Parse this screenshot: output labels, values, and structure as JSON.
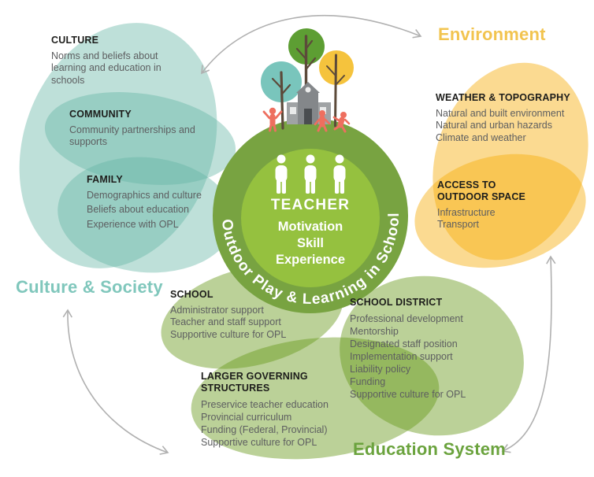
{
  "center": {
    "ring_label": "Outdoor Play & Learning in School",
    "role": "TEACHER",
    "attributes": [
      "Motivation",
      "Skill",
      "Experience"
    ]
  },
  "groups": [
    {
      "id": "culture-society",
      "label": "Culture & Society",
      "color": "#80c7bc",
      "petal_color": "rgba(100,180,165,0.42)",
      "sections": [
        {
          "heading": "CULTURE",
          "items": [
            "Norms and beliefs about learning and education in schools"
          ]
        },
        {
          "heading": "COMMUNITY",
          "items": [
            "Community partnerships and supports"
          ]
        },
        {
          "heading": "FAMILY",
          "items": [
            "Demographics and culture",
            "Beliefs about education",
            "Experience with OPL"
          ]
        }
      ]
    },
    {
      "id": "environment",
      "label": "Environment",
      "color": "#f2c44f",
      "petal_color": "rgba(246,173,10,0.45)",
      "sections": [
        {
          "heading": "WEATHER & TOPOGRAPHY",
          "items": [
            "Natural and built environment",
            "Natural and urban hazards",
            "Climate and weather"
          ]
        },
        {
          "heading": "ACCESS TO OUTDOOR SPACE",
          "items": [
            "Infrastructure",
            "Transport"
          ]
        }
      ]
    },
    {
      "id": "education-system",
      "label": "Education System",
      "color": "#6ba33e",
      "petal_color": "rgba(105,152,26,0.45)",
      "sections": [
        {
          "heading": "SCHOOL",
          "items": [
            "Administrator support",
            "Teacher and staff support",
            "Supportive culture for OPL"
          ]
        },
        {
          "heading": "SCHOOL DISTRICT",
          "items": [
            "Professional development",
            "Mentorship",
            "Designated staff position",
            "Implementation support",
            "Liability policy",
            "Funding",
            "Supportive culture for OPL"
          ]
        },
        {
          "heading": "LARGER GOVERNING STRUCTURES",
          "items": [
            "Preservice teacher education",
            "Provincial curriculum",
            "Funding (Federal, Provincial)",
            "Supportive culture for OPL"
          ]
        }
      ]
    }
  ],
  "illustration": {
    "icons": [
      "teal-tree-icon",
      "green-tree-icon",
      "yellow-tree-icon",
      "schoolhouse-icon",
      "playing-children-icons",
      "teacher-person-icons",
      "cycle-arrow-icons"
    ]
  },
  "colors": {
    "ring_green": "#78a341",
    "inner_green": "#95c13f",
    "arrow_gray": "#b0b0b0",
    "children_coral": "#ee6f5f",
    "trunk_brown": "#5c4a3a",
    "tree_teal": "#79c5bc",
    "tree_green": "#5d9e33",
    "tree_yellow": "#f5c33d"
  }
}
